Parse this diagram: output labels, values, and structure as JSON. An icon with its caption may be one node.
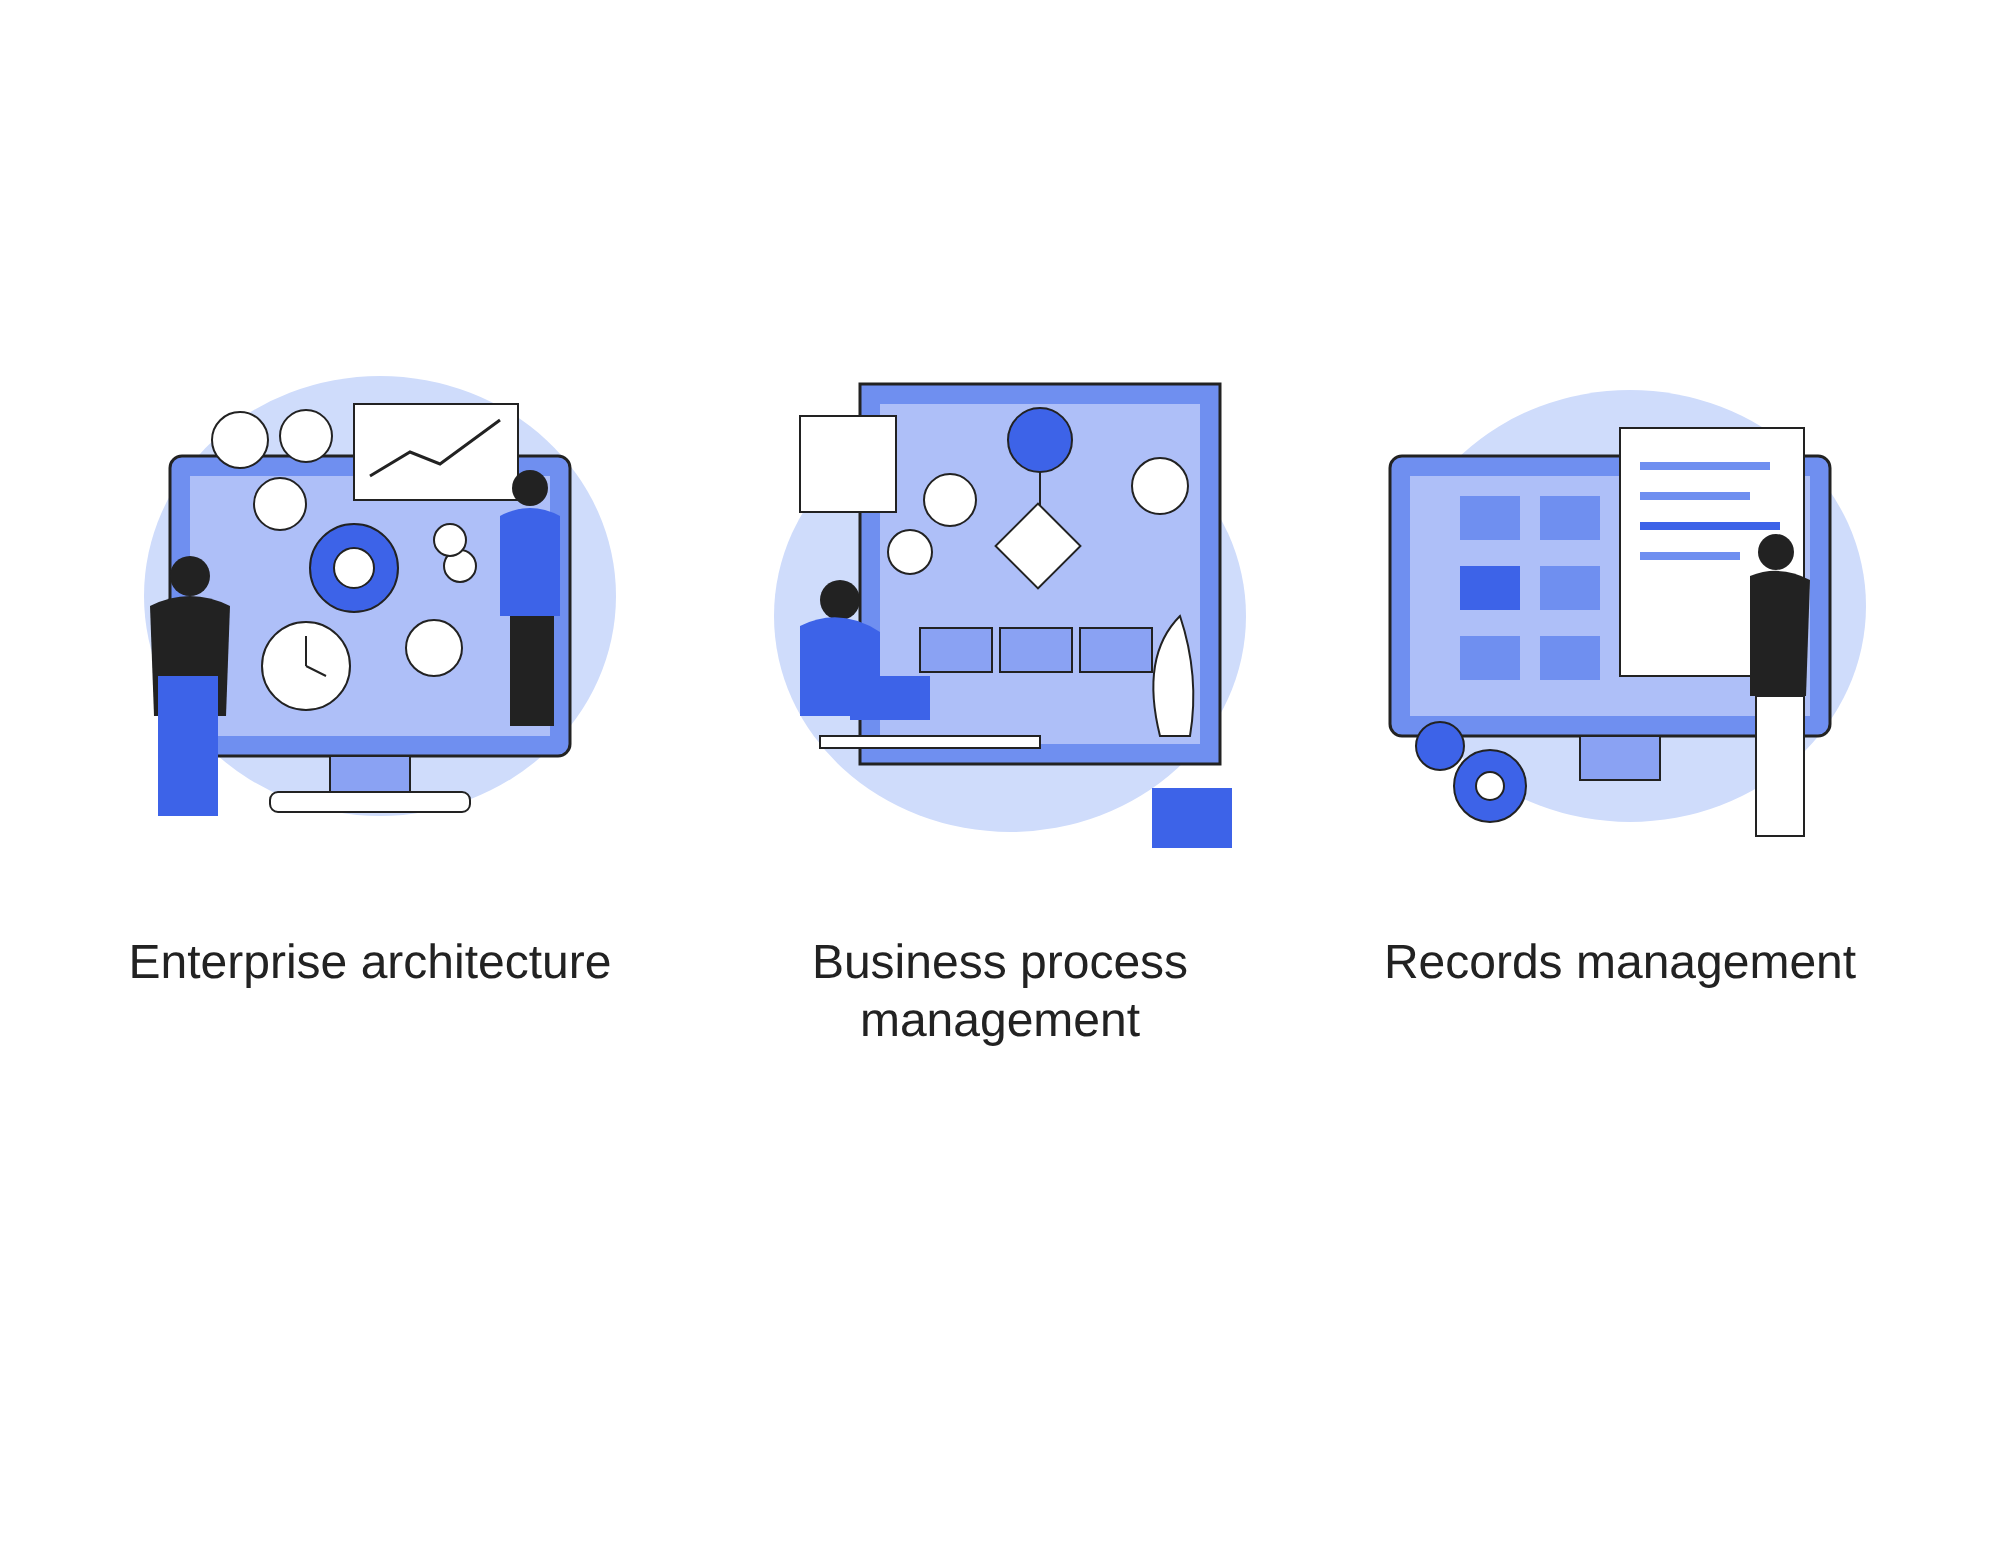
{
  "diagram": {
    "labels": [
      "Enterprise architecture",
      "Business process management",
      "Records management"
    ]
  }
}
